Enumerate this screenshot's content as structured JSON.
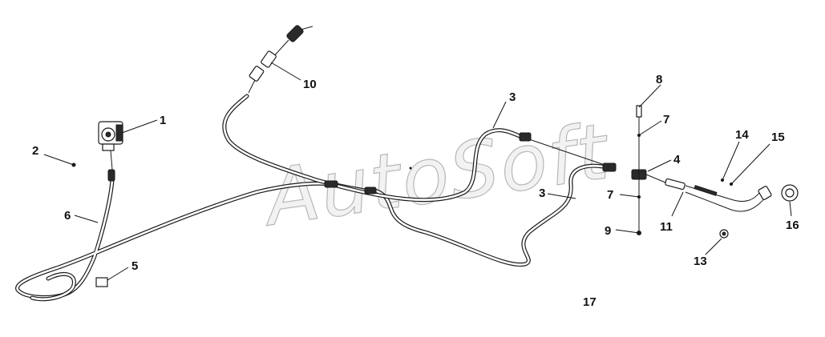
{
  "watermark": "AutoSoft",
  "callouts": {
    "c1": "1",
    "c2": "2",
    "c3a": "3",
    "c3b": "3",
    "c4": "4",
    "c5": "5",
    "c6": "6",
    "c7a": "7",
    "c7b": "7",
    "c8": "8",
    "c9": "9",
    "c10": "10",
    "c11": "11",
    "c13": "13",
    "c14": "14",
    "c15": "15",
    "c16": "16",
    "c17": "17"
  }
}
